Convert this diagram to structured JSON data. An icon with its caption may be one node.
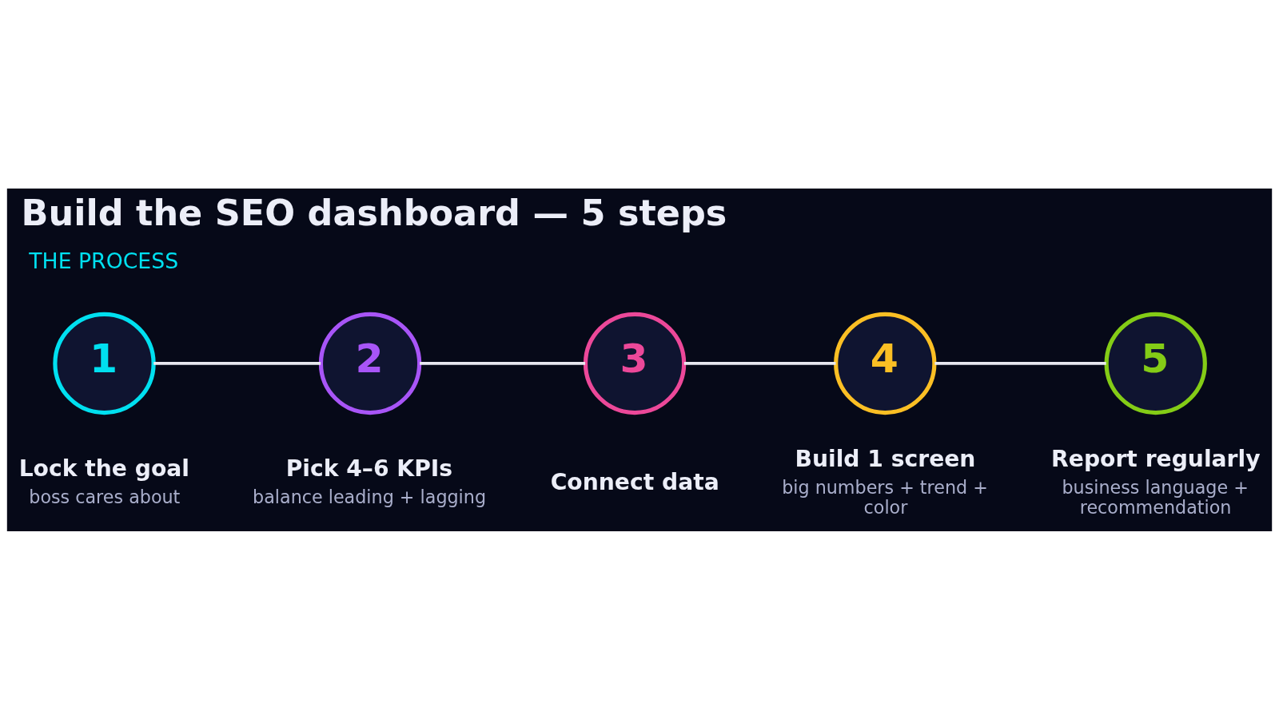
{
  "diagram": {
    "title": "Build the SEO dashboard — 5 steps",
    "nodes": [
      {
        "text": [
          "1"
        ],
        "beside": [
          "Lock the goal",
          "boss cares about"
        ]
      },
      {
        "text": [
          "2"
        ],
        "beside": [
          "Pick 4–6 KPIs",
          "balance leading + lagging"
        ]
      },
      {
        "text": [
          "3"
        ],
        "beside": [
          "Connect data"
        ]
      },
      {
        "text": [
          "4"
        ],
        "beside": [
          "Build 1 screen",
          "big numbers + trend + color"
        ]
      },
      {
        "text": [
          "5"
        ],
        "beside": [
          "Report regularly",
          "business language + recommendation"
        ]
      }
    ],
    "edges": [
      {
        "from": 0,
        "to": 1,
        "arrow": "none"
      },
      {
        "from": 1,
        "to": 2,
        "arrow": "none"
      },
      {
        "from": 2,
        "to": 3,
        "arrow": "none"
      },
      {
        "from": 3,
        "to": 4,
        "arrow": "none"
      }
    ],
    "labels": [
      "THE PROCESS"
    ]
  }
}
